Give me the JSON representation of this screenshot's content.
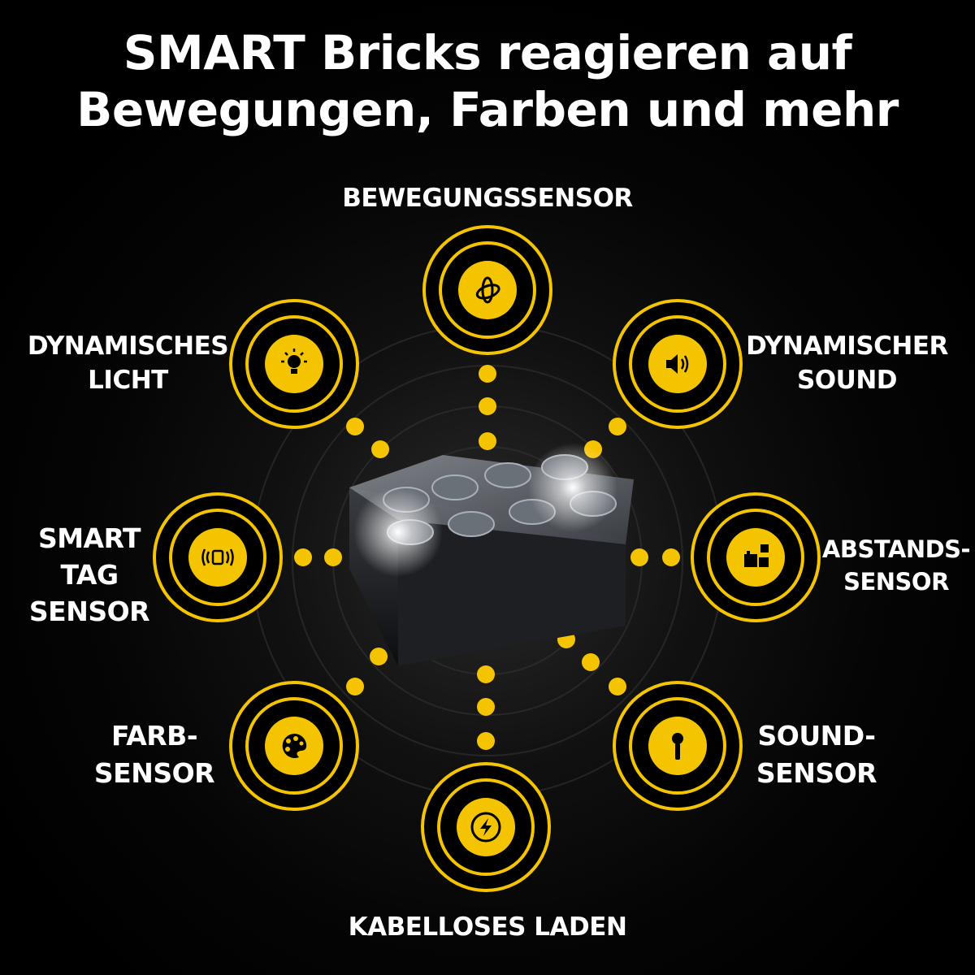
{
  "title": {
    "line1": "SMART Bricks reagieren auf",
    "line2": "Bewegungen, Farben und mehr"
  },
  "accent_color": "#f5c400",
  "features": [
    {
      "id": "motion",
      "lines": [
        "BEWEGUNGSSENSOR"
      ],
      "icon": "motion-sensor-icon"
    },
    {
      "id": "light",
      "lines": [
        "DYNAMISCHES",
        "LICHT"
      ],
      "icon": "light-bulb-icon"
    },
    {
      "id": "sound",
      "lines": [
        "DYNAMISCHER",
        "SOUND"
      ],
      "icon": "speaker-icon"
    },
    {
      "id": "tag",
      "lines": [
        "SMART",
        "TAG",
        "SENSOR"
      ],
      "icon": "smart-tag-icon"
    },
    {
      "id": "distance",
      "lines": [
        "ABSTANDS-",
        "SENSOR"
      ],
      "icon": "distance-bricks-icon"
    },
    {
      "id": "color",
      "lines": [
        "FARB-",
        "SENSOR"
      ],
      "icon": "palette-icon"
    },
    {
      "id": "soundsensor",
      "lines": [
        "SOUND-",
        "SENSOR"
      ],
      "icon": "microphone-icon"
    },
    {
      "id": "charging",
      "lines": [
        "KABELLOSES LADEN"
      ],
      "icon": "lightning-icon"
    }
  ]
}
